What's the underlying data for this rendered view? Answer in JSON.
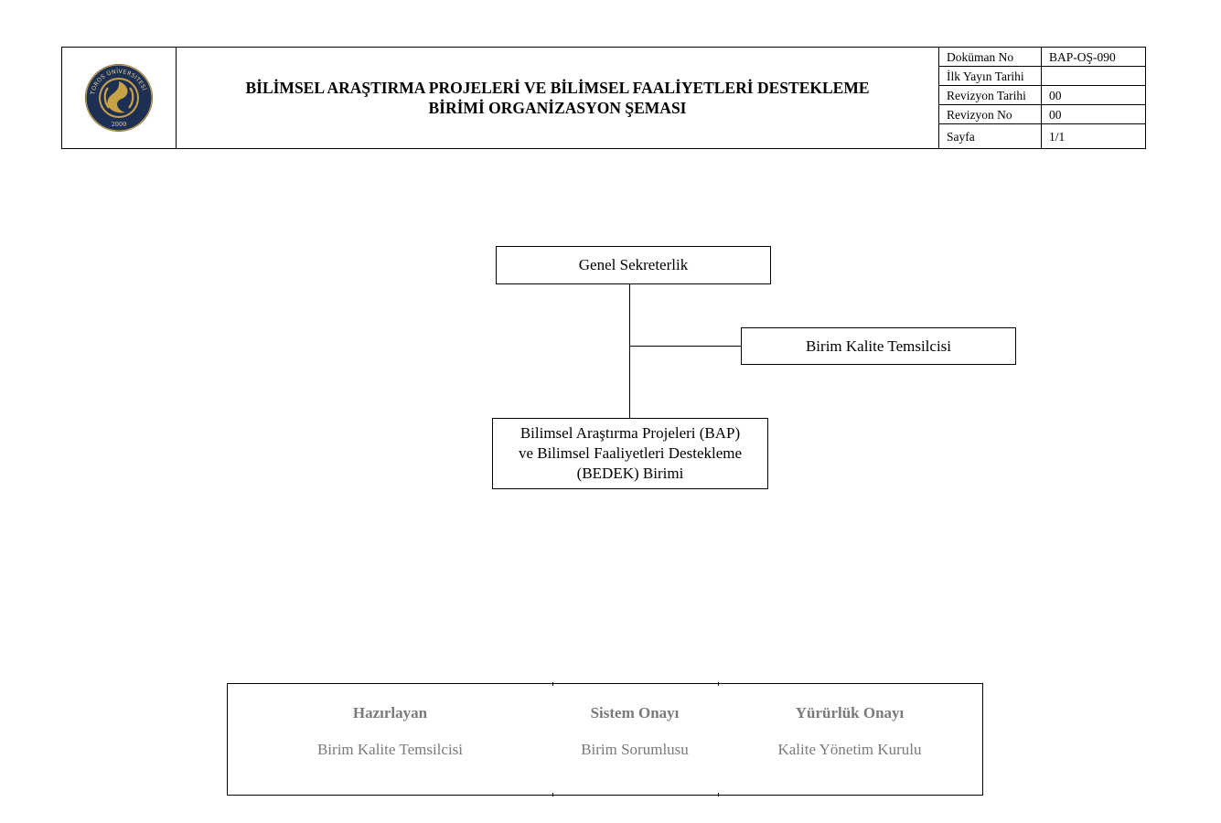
{
  "header": {
    "logo": {
      "ring_text": "TOROS ÜNİVERSİTESİ",
      "year": "2009",
      "colors": {
        "navy": "#1d2f52",
        "gold": "#c9a247"
      }
    },
    "title_line1": "BİLİMSEL ARAŞTIRMA PROJELERİ VE BİLİMSEL FAALİYETLERİ DESTEKLEME",
    "title_line2": "BİRİMİ ORGANİZASYON ŞEMASI",
    "meta": [
      {
        "label": "Doküman No",
        "value": "BAP-OŞ-090"
      },
      {
        "label": "İlk Yayın Tarihi",
        "value": ""
      },
      {
        "label": "Revizyon Tarihi",
        "value": "00"
      },
      {
        "label": "Revizyon No",
        "value": "00"
      },
      {
        "label": "Sayfa",
        "value": "1/1"
      }
    ]
  },
  "org_chart": {
    "top": "Genel Sekreterlik",
    "side": "Birim Kalite Temsilcisi",
    "bottom_line1": "Bilimsel Araştırma Projeleri (BAP)",
    "bottom_line2": "ve Bilimsel Faaliyetleri Destekleme",
    "bottom_line3": "(BEDEK) Birimi"
  },
  "approval": [
    {
      "heading": "Hazırlayan",
      "role": "Birim Kalite Temsilcisi"
    },
    {
      "heading": "Sistem Onayı",
      "role": "Birim Sorumlusu"
    },
    {
      "heading": "Yürürlük Onayı",
      "role": "Kalite Yönetim Kurulu"
    }
  ]
}
